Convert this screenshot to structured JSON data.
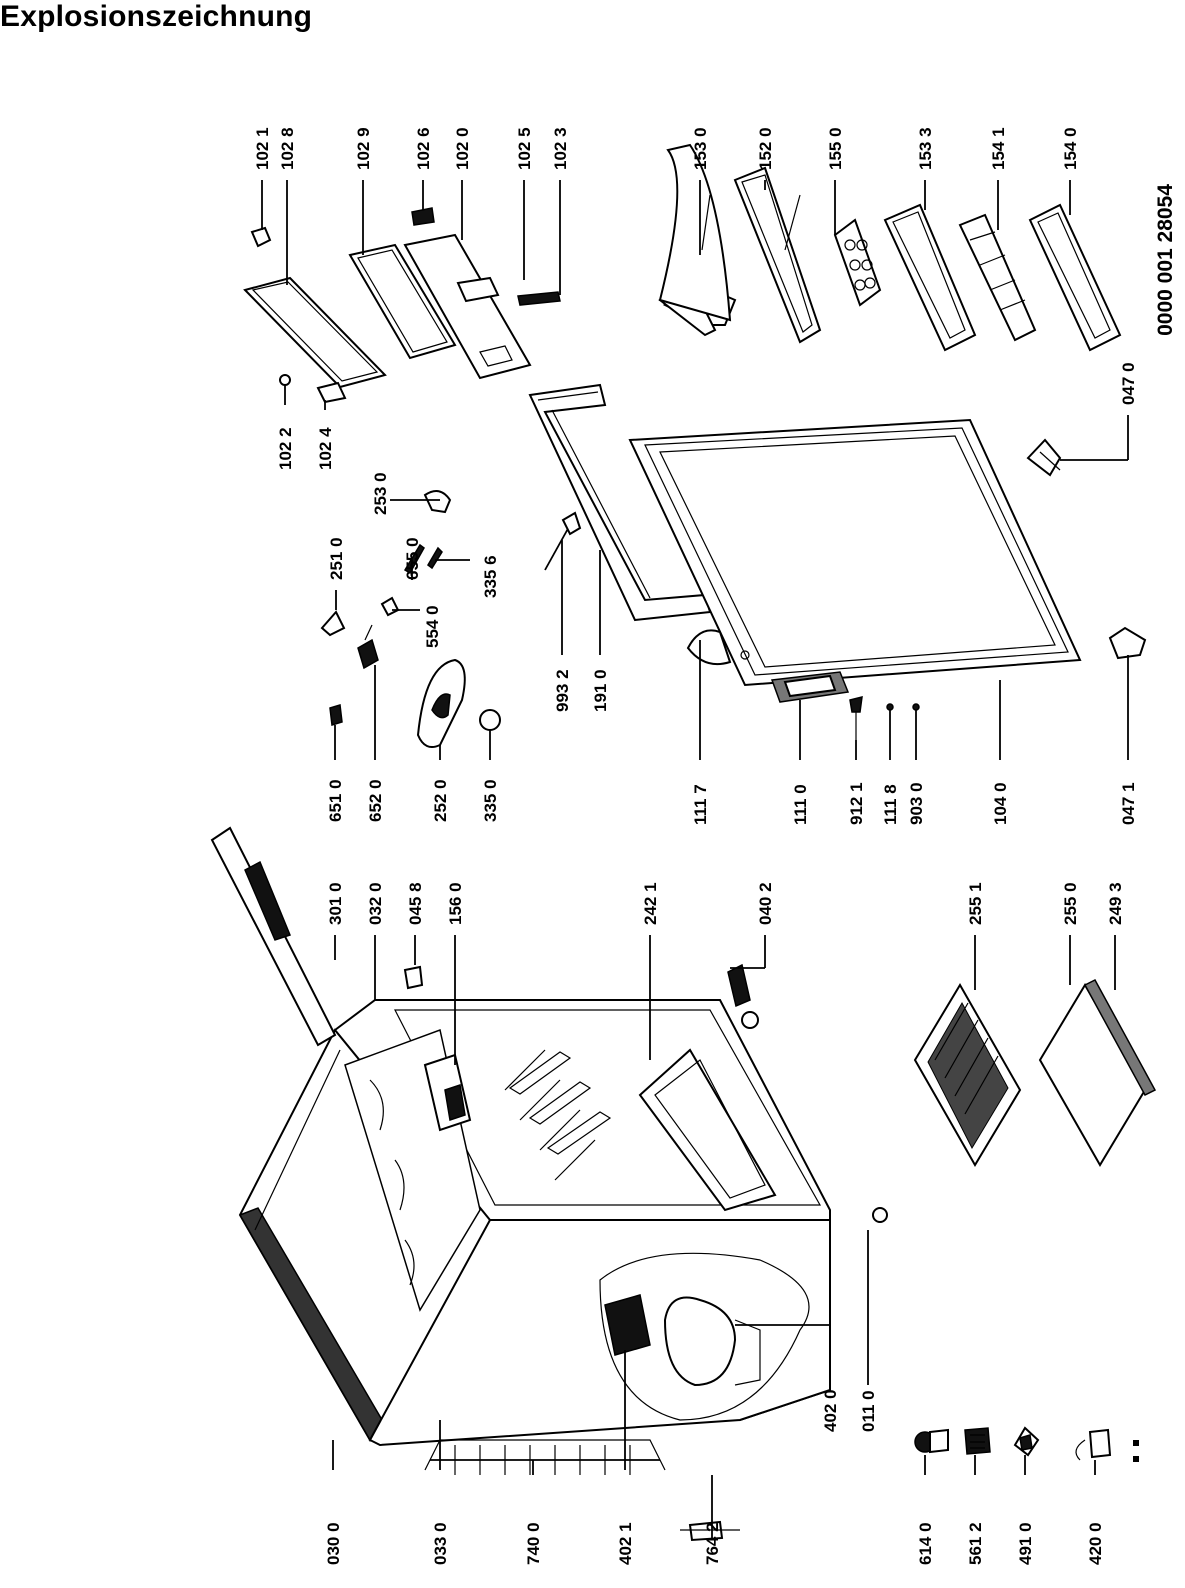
{
  "header": {
    "title": "Explosionszeichnung"
  },
  "document_number": "0000 001 28054",
  "parts": {
    "p1021": "102 1",
    "p1028": "102 8",
    "p1029": "102 9",
    "p1026": "102 6",
    "p1020": "102 0",
    "p1025": "102 5",
    "p1023": "102 3",
    "p1530": "153 0",
    "p1520": "152 0",
    "p1550": "155 0",
    "p1533": "153 3",
    "p1541": "154 1",
    "p1540": "154 0",
    "p1022": "102 2",
    "p1024": "102 4",
    "p0470": "047 0",
    "p2530": "253 0",
    "p2510": "251 0",
    "p6550": "655 0",
    "p3356": "335 6",
    "p5540": "554 0",
    "p9932": "993 2",
    "p1910": "191 0",
    "p6510": "651 0",
    "p6520": "652 0",
    "p2520": "252 0",
    "p3350": "335 0",
    "p1117": "111 7",
    "p1110": "111 0",
    "p9121": "912 1",
    "p1118": "111 8",
    "p9030": "903 0",
    "p1040": "104 0",
    "p0471": "047 1",
    "p3010": "301 0",
    "p0320": "032 0",
    "p0458": "045 8",
    "p1560": "156 0",
    "p2421": "242 1",
    "p0402": "040 2",
    "p2551": "255 1",
    "p2550": "255 0",
    "p2493": "249 3",
    "p4020": "402 0",
    "p0110": "011 0",
    "p0300": "030 0",
    "p0330": "033 0",
    "p7400": "740 0",
    "p4021": "402 1",
    "p7642": "764 2",
    "p6140": "614 0",
    "p5612": "561 2",
    "p4910": "491 0",
    "p4200": "420 0"
  }
}
